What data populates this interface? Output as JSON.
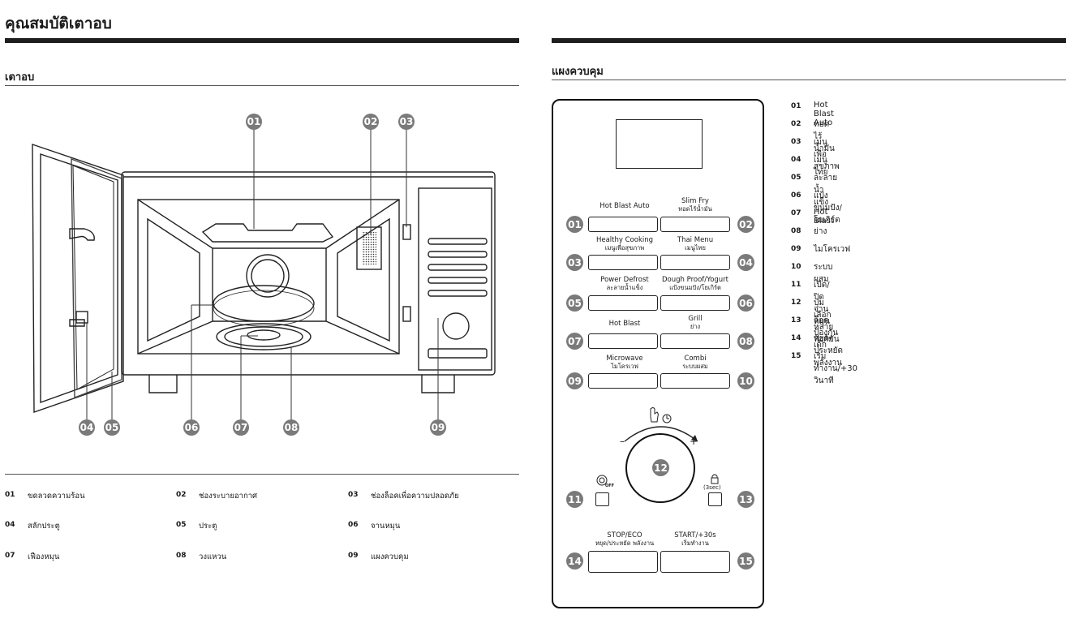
{
  "page_title": "คุณสมบัติเตาอบ",
  "left_section": {
    "title": "เตาอบ"
  },
  "right_section": {
    "title": "แผงควบคุม"
  },
  "oven_callouts": [
    "01",
    "02",
    "03",
    "04",
    "05",
    "06",
    "07",
    "08",
    "09"
  ],
  "oven_legend": [
    {
      "num": "01",
      "label": "ขดลวดความร้อน"
    },
    {
      "num": "02",
      "label": "ช่องระบายอากาศ"
    },
    {
      "num": "03",
      "label": "ช่องล็อคเพื่อความปลอดภัย"
    },
    {
      "num": "04",
      "label": "สลักประตู"
    },
    {
      "num": "05",
      "label": "ประตู"
    },
    {
      "num": "06",
      "label": "จานหมุน"
    },
    {
      "num": "07",
      "label": "เฟืองหมุน"
    },
    {
      "num": "08",
      "label": "วงแหวน"
    },
    {
      "num": "09",
      "label": "แผงควบคุม"
    }
  ],
  "panel": {
    "rows": [
      {
        "left": {
          "num": "01",
          "label": "Hot Blast Auto",
          "sub": ""
        },
        "right": {
          "num": "02",
          "label": "Slim Fry",
          "sub": "ทอดไร้น้ำมัน"
        }
      },
      {
        "left": {
          "num": "03",
          "label": "Healthy Cooking",
          "sub": "เมนูเพื่อสุขภาพ"
        },
        "right": {
          "num": "04",
          "label": "Thai Menu",
          "sub": "เมนูไทย"
        }
      },
      {
        "left": {
          "num": "05",
          "label": "Power Defrost",
          "sub": "ละลายน้ำแข็ง"
        },
        "right": {
          "num": "06",
          "label": "Dough Proof/Yogurt",
          "sub": "แป้งขนมปัง/โยเกิร์ต"
        }
      },
      {
        "left": {
          "num": "07",
          "label": "Hot Blast",
          "sub": ""
        },
        "right": {
          "num": "08",
          "label": "Grill",
          "sub": "ย่าง"
        }
      },
      {
        "left": {
          "num": "09",
          "label": "Microwave",
          "sub": "ไมโครเวฟ"
        },
        "right": {
          "num": "10",
          "label": "Combi",
          "sub": "ระบบผสม"
        }
      }
    ],
    "dial": {
      "num": "12",
      "minus": "–",
      "plus": "+"
    },
    "left_small": {
      "num": "11",
      "label": "OFF"
    },
    "right_small": {
      "num": "13",
      "label": "(3sec)"
    },
    "bottom": {
      "left": {
        "num": "14",
        "label": "STOP/ECO",
        "sub": "หยุด/ประหยัด พลังงาน"
      },
      "right": {
        "num": "15",
        "label": "START/+30s",
        "sub": "เริ่มทำงาน"
      }
    }
  },
  "panel_legend": [
    {
      "num": "01",
      "label": "Hot Blast Auto"
    },
    {
      "num": "02",
      "label": "ทอดไร้น้ำมัน"
    },
    {
      "num": "03",
      "label": "เมนูเพื่อสุขภาพ"
    },
    {
      "num": "04",
      "label": "เมนูไทย"
    },
    {
      "num": "05",
      "label": "ละลายน้ำแข็ง"
    },
    {
      "num": "06",
      "label": "แป้งขนมปัง/โยเกิร์ต"
    },
    {
      "num": "07",
      "label": "Hot Blast"
    },
    {
      "num": "08",
      "label": "ย่าง"
    },
    {
      "num": "09",
      "label": "ไมโครเวฟ"
    },
    {
      "num": "10",
      "label": "ระบบผสม"
    },
    {
      "num": "11",
      "label": "เปิด/ปิดจานหมุน"
    },
    {
      "num": "12",
      "label": "ปุ่มเลือกหลายฟังก์ชัน"
    },
    {
      "num": "13",
      "label": "ล็อคป้องกันเด็ก"
    },
    {
      "num": "14",
      "label": "หยุด/ประหยัดพลังงาน"
    },
    {
      "num": "15",
      "label": "เริ่มทำงาน/+30 วินาที"
    }
  ]
}
